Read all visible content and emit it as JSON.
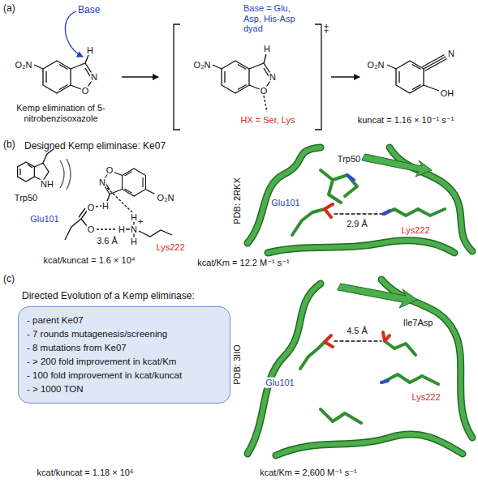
{
  "diagram": {
    "nodes": [
      {
        "text": [
          "Directed Evolution of a Kemp eliminase:",
          "- parent Ke07",
          "- 7 rounds mutagenesis/screening",
          "- 8 mutations from Ke07",
          "- > 200 fold improvement in kcat/Km",
          "- 100 fold improvement in kcat/kuncat",
          "- > 1000 TON"
        ]
      }
    ],
    "labels": [
      "(a)",
      "Base",
      "H",
      "O₂N",
      "N",
      "O",
      "Kemp elimination of 5-nitrobenzisoxazole",
      "‡",
      "Base = Glu, Asp, His-Asp dyad",
      "H",
      "O₂N",
      "N",
      "O",
      "HX = Ser, Lys",
      "O₂N",
      "N",
      "OH",
      "kuncat = 1.16 × 10⁻¹ s⁻¹",
      "(b)",
      "Designed Kemp eliminase: Ke07",
      "NH",
      "Trp50",
      "O₂N",
      "N",
      "O",
      "H",
      "O",
      "O",
      "Glu101",
      "3.6 Å",
      "H",
      "N",
      "+",
      "H",
      "H",
      "Lys222",
      "kcat/kuncat = 1.6 × 10⁴",
      "PDB: 2RKX",
      "Trp50",
      "Glu101",
      "2.9 Å",
      "Lys222",
      "kcat/Km = 12.2 M⁻¹ s⁻¹",
      "(c)",
      "PDB: 3IIO",
      "Ile7Asp",
      "4.5 Å",
      "Glu101",
      "Lys222",
      "kcat/kuncat = 1.18 × 10⁶",
      "kcat/Km = 2,600 M⁻¹ s⁻¹"
    ]
  }
}
